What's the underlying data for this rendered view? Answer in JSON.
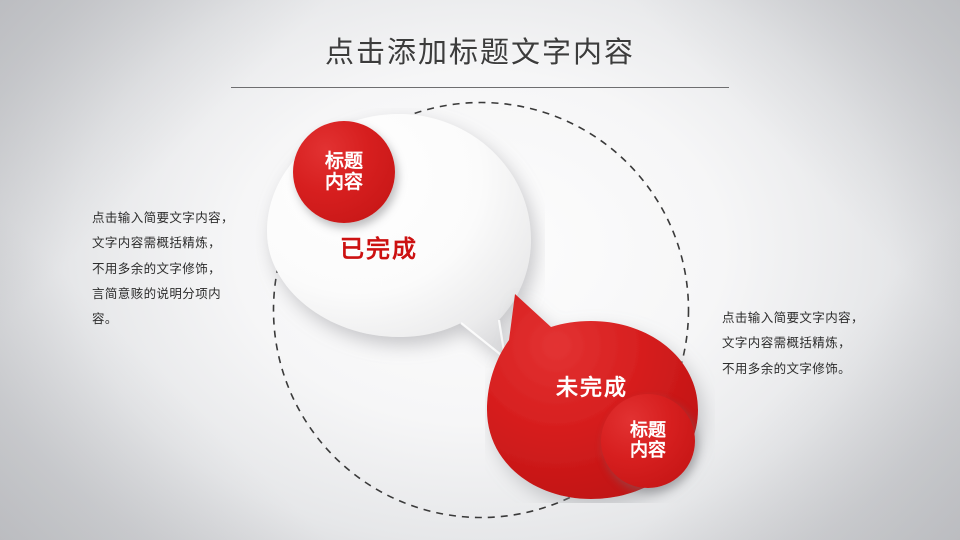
{
  "slide": {
    "title": "点击添加标题文字内容",
    "theme": {
      "accent_red": "#D71F1F",
      "title_color": "#3C3C3C",
      "body_text_color": "#2C2C2C",
      "bubble_white": "#FFFFFF",
      "background_gray": "#C8C9CB"
    }
  },
  "diagram": {
    "dashed_circle": {
      "stroke": "#3a3a3a",
      "dash": "7 6"
    },
    "completed": {
      "badge_label_line1": "标题",
      "badge_label_line2": "内容",
      "bubble_label": "已完成"
    },
    "pending": {
      "badge_label_line1": "标题",
      "badge_label_line2": "内容",
      "bubble_label": "未完成"
    }
  },
  "left_text": {
    "line1": "点击输入简要文字内容，",
    "line2": "文字内容需概括精炼，",
    "line3": "不用多余的文字修饰，",
    "line4": "言简意赅的说明分项内",
    "line5": "容。"
  },
  "right_text": {
    "line1": "点击输入简要文字内容，",
    "line2": "文字内容需概括精炼，",
    "line3": "不用多余的文字修饰。"
  }
}
